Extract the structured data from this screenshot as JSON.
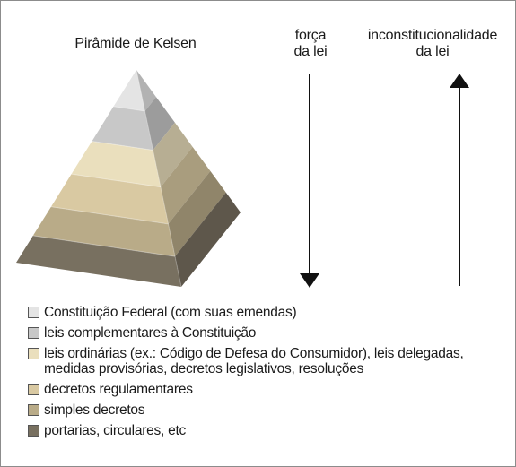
{
  "title": "Pirâmide de Kelsen",
  "arrows": {
    "down_label": [
      "força",
      "da lei"
    ],
    "up_label": [
      "inconstitucionalidade",
      "da lei"
    ]
  },
  "levels": [
    {
      "label": "Constituição Federal (com suas emendas)",
      "color": "#e4e4e4"
    },
    {
      "label": "leis complementares à Constituição",
      "color": "#c8c8c8"
    },
    {
      "label": "leis ordinárias (ex.: Código de Defesa do Consumidor), leis delegadas,\nmedidas provisórias, decretos legislativos, resoluções",
      "color": "#eadfbd"
    },
    {
      "label": "decretos regulamentares",
      "color": "#d9c9a2"
    },
    {
      "label": "simples decretos",
      "color": "#b9ab88"
    },
    {
      "label": "portarias, circulares, etc",
      "color": "#787060"
    }
  ]
}
